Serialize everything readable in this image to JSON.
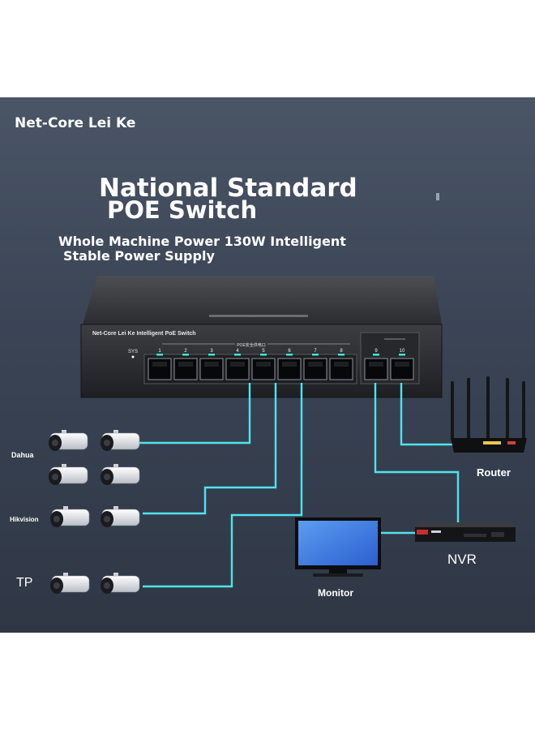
{
  "brand": "Net-Core Lei Ke",
  "title_line1": "National Standard",
  "title_line2": "POE Switch",
  "subtitle_line1": "Whole Machine Power 130W Intelligent",
  "subtitle_line2": "Stable Power Supply",
  "switch": {
    "label": "Net-Core Lei Ke Intelligent PoE Switch",
    "sys_label": "SYS",
    "poe_group_label": "POE安全供电口",
    "poe_ports": [
      "1",
      "2",
      "3",
      "4",
      "5",
      "6",
      "7",
      "8"
    ],
    "uplink_ports": [
      "9",
      "10"
    ]
  },
  "devices": {
    "router": "Router",
    "nvr": "NVR",
    "monitor": "Monitor"
  },
  "camera_brands": {
    "dahua": "Dahua",
    "hikvision": "Hikvision",
    "tp": "TP"
  },
  "colors": {
    "background": "#3b4556",
    "cable": "#4fe3ee",
    "port_led": "#3ee6d8",
    "monitor_screen": "#3f7fe0"
  }
}
